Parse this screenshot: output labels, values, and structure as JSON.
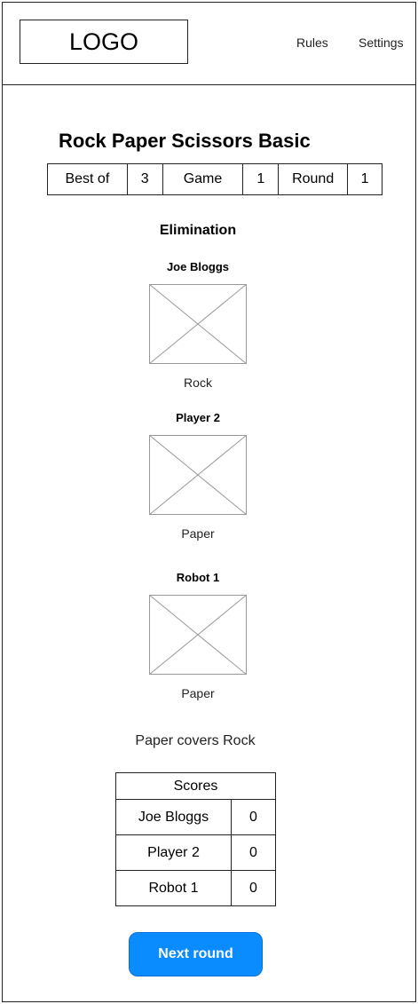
{
  "header": {
    "logo": "LOGO",
    "nav": {
      "rules": "Rules",
      "settings": "Settings"
    }
  },
  "game": {
    "title": "Rock Paper Scissors Basic",
    "info": {
      "best_of_label": "Best of",
      "best_of_value": "3",
      "game_label": "Game",
      "game_value": "1",
      "round_label": "Round",
      "round_value": "1"
    },
    "mode": "Elimination",
    "players": [
      {
        "name": "Joe Bloggs",
        "choice": "Rock"
      },
      {
        "name": "Player 2",
        "choice": "Paper"
      },
      {
        "name": "Robot 1",
        "choice": "Paper"
      }
    ],
    "outcome": "Paper covers Rock"
  },
  "scores": {
    "title": "Scores",
    "rows": [
      {
        "name": "Joe Bloggs",
        "score": "0"
      },
      {
        "name": "Player 2",
        "score": "0"
      },
      {
        "name": "Robot 1",
        "score": "0"
      }
    ]
  },
  "actions": {
    "next_round": "Next round"
  },
  "colors": {
    "accent": "#0a8cff",
    "border": "#222222",
    "placeholder": "#999999"
  }
}
